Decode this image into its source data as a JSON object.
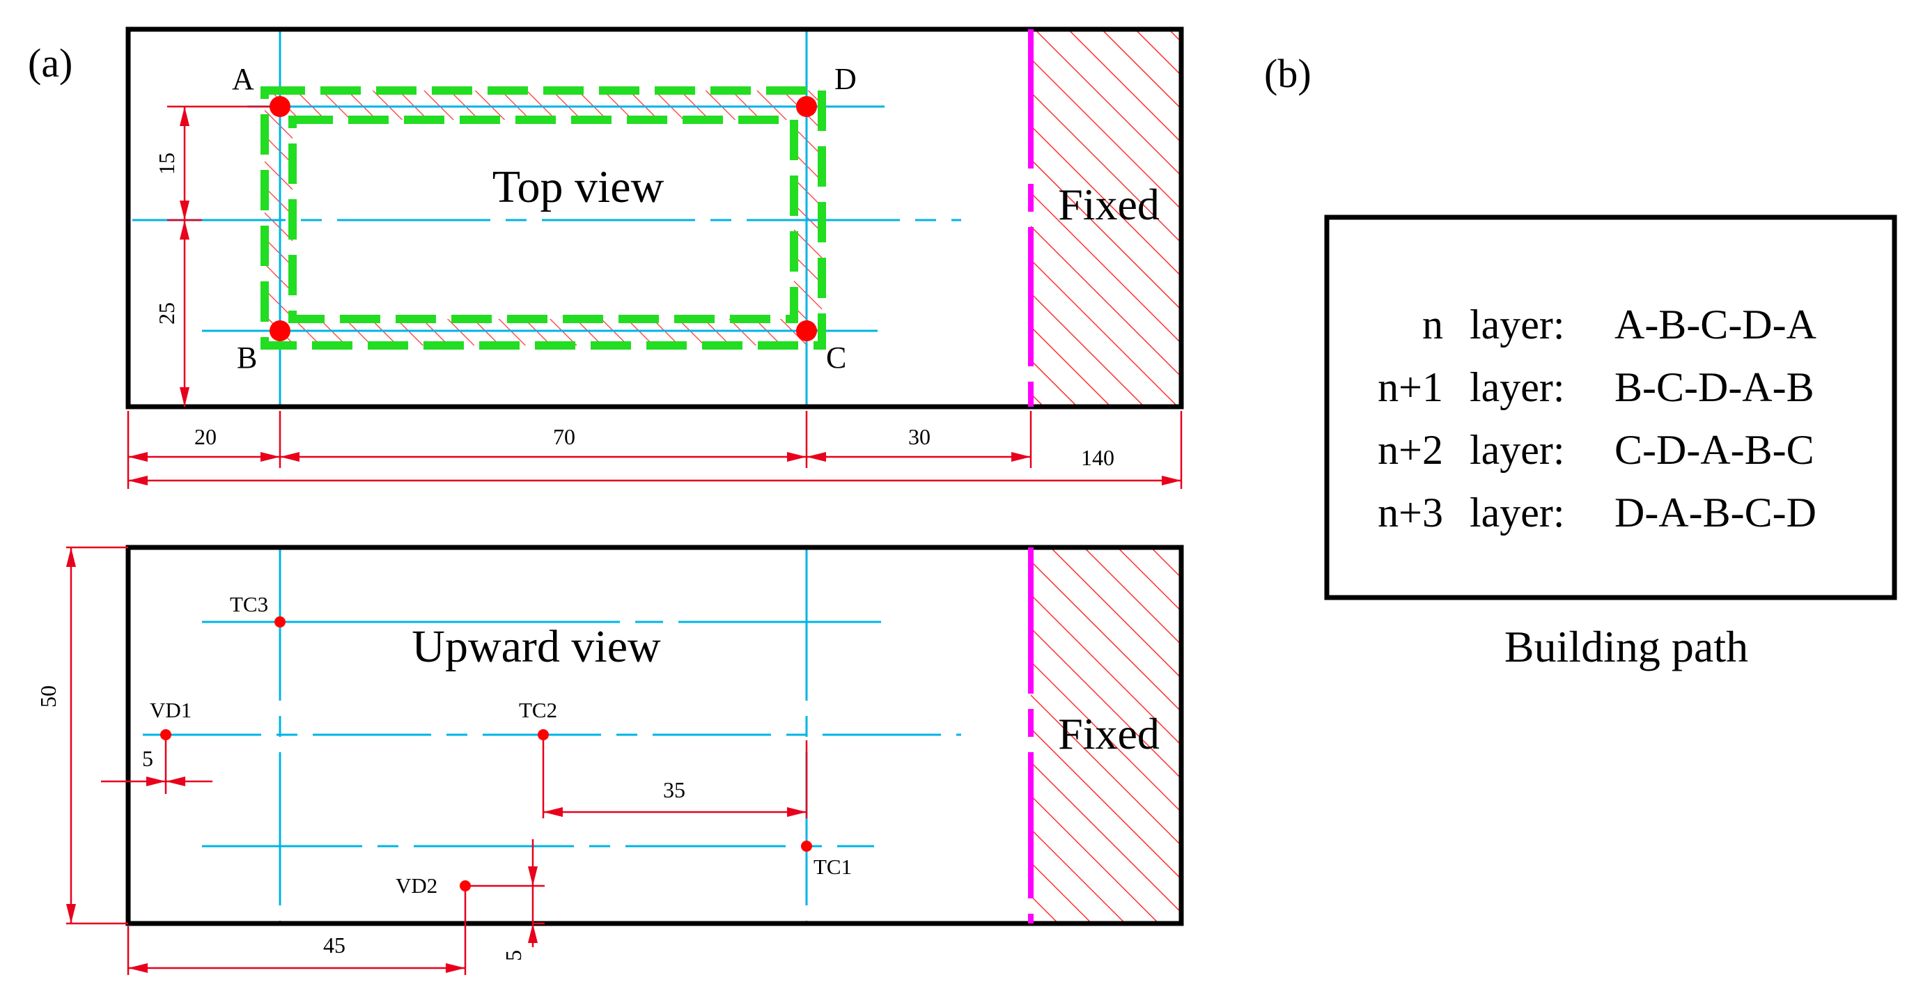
{
  "panel_a_label": "(a)",
  "panel_b_label": "(b)",
  "top_view": {
    "title": "Top view",
    "fixed_label": "Fixed",
    "corners": [
      "A",
      "B",
      "C",
      "D"
    ],
    "dims": {
      "d20": "20",
      "d70": "70",
      "d30": "30",
      "d140": "140",
      "d15": "15",
      "d25": "25"
    }
  },
  "upward_view": {
    "title": "Upward view",
    "fixed_label": "Fixed",
    "sensors": [
      "TC3",
      "VD1",
      "TC2",
      "TC1",
      "VD2"
    ],
    "dims": {
      "d50": "50",
      "d5a": "5",
      "d35": "35",
      "d45": "45",
      "d5b": "5"
    }
  },
  "building_path": {
    "caption": "Building path",
    "rows": [
      {
        "layer": "n",
        "word": "layer:",
        "sequence": "A-B-C-D-A"
      },
      {
        "layer": "n+1",
        "word": "layer:",
        "sequence": "B-C-D-A-B"
      },
      {
        "layer": "n+2",
        "word": "layer:",
        "sequence": "C-D-A-B-C"
      },
      {
        "layer": "n+3",
        "word": "layer:",
        "sequence": "D-A-B-C-D"
      }
    ]
  },
  "colors": {
    "outline": "#000000",
    "centerline": "#00b4e6",
    "dimension": "#e8001c",
    "path": "#22dd22",
    "fixed_edge": "#ff00ff",
    "marker": "#ff0000"
  }
}
